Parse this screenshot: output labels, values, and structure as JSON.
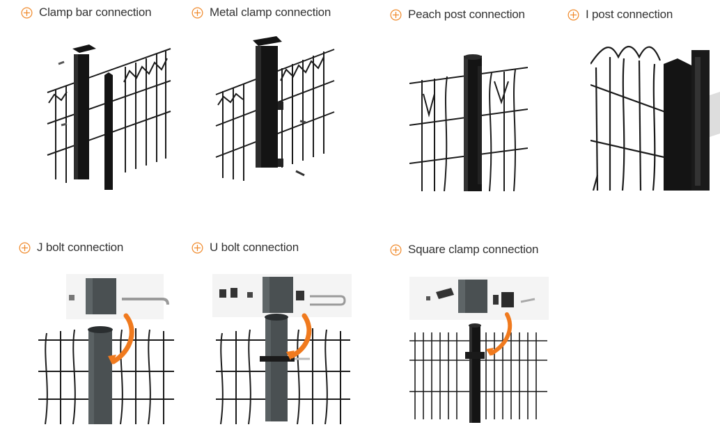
{
  "colors": {
    "accent": "#f0892a",
    "label_text": "#333333",
    "post_dark": "#141414",
    "post_gray": "#4a5052",
    "arrow_orange": "#f07a1e"
  },
  "icons": {
    "label_marker": "plus-circle-icon"
  },
  "items": [
    {
      "label": "Clamp bar connection"
    },
    {
      "label": "Metal clamp connection"
    },
    {
      "label": "Peach post connection"
    },
    {
      "label": "I post connection"
    },
    {
      "label": "J bolt connection"
    },
    {
      "label": "U bolt connection"
    },
    {
      "label": "Square clamp connection"
    }
  ]
}
